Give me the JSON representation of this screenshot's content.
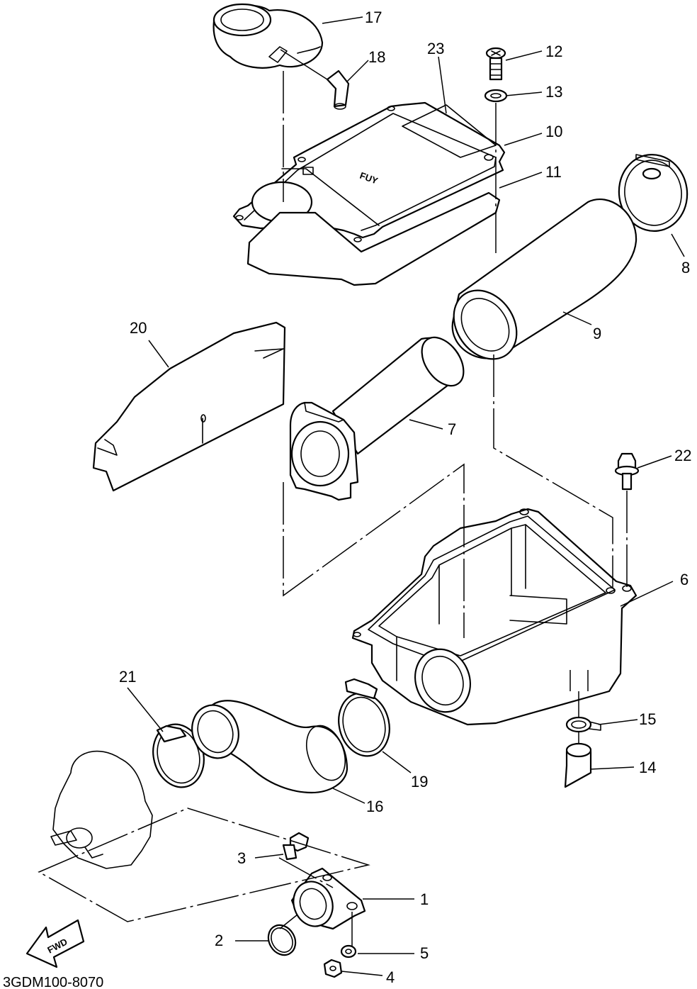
{
  "diagram": {
    "code": "3GDM100-8070",
    "fwd_label": "FWD",
    "cover_mark": "FUY",
    "callouts": [
      "17",
      "18",
      "23",
      "12",
      "13",
      "10",
      "11",
      "8",
      "9",
      "20",
      "7",
      "22",
      "6",
      "21",
      "15",
      "14",
      "19",
      "16",
      "3",
      "1",
      "2",
      "5",
      "4"
    ]
  }
}
